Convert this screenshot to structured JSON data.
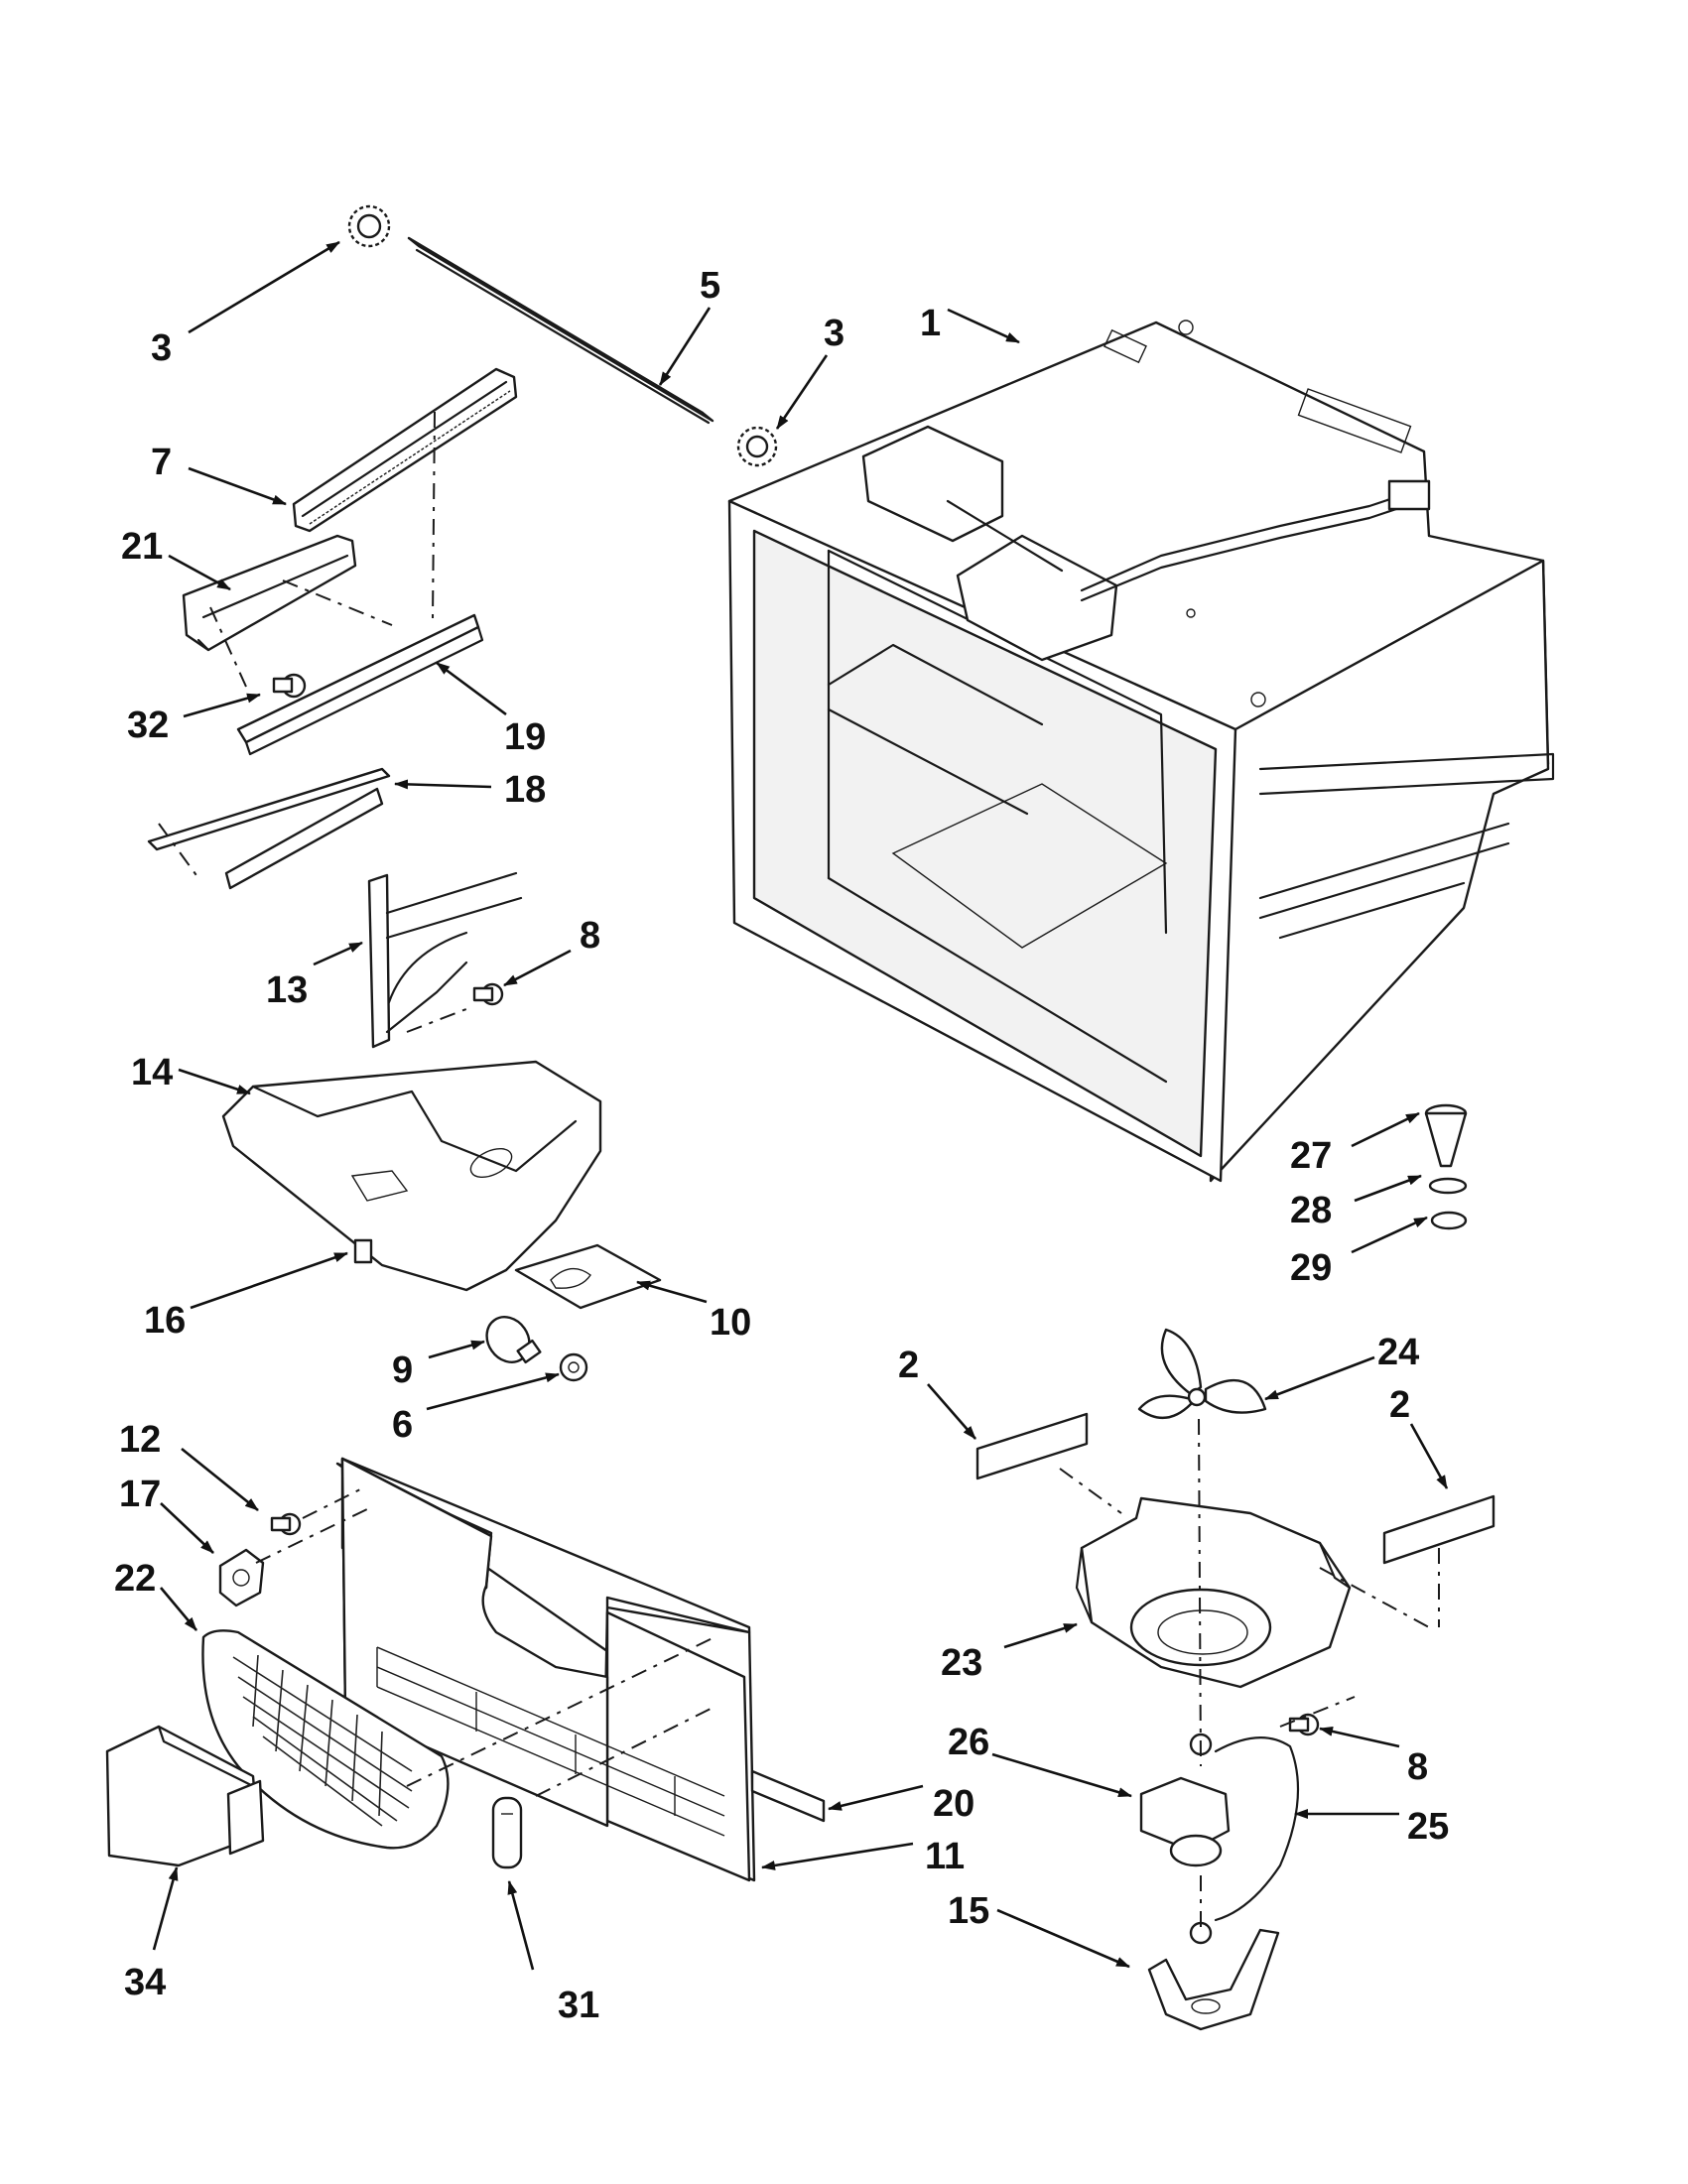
{
  "callouts": [
    {
      "id": "3a",
      "text": "3"
    },
    {
      "id": "5",
      "text": "5"
    },
    {
      "id": "3b",
      "text": "3"
    },
    {
      "id": "1",
      "text": "1"
    },
    {
      "id": "7",
      "text": "7"
    },
    {
      "id": "21",
      "text": "21"
    },
    {
      "id": "32",
      "text": "32"
    },
    {
      "id": "19",
      "text": "19"
    },
    {
      "id": "18",
      "text": "18"
    },
    {
      "id": "13",
      "text": "13"
    },
    {
      "id": "8a",
      "text": "8"
    },
    {
      "id": "14",
      "text": "14"
    },
    {
      "id": "27",
      "text": "27"
    },
    {
      "id": "28",
      "text": "28"
    },
    {
      "id": "29",
      "text": "29"
    },
    {
      "id": "16",
      "text": "16"
    },
    {
      "id": "10",
      "text": "10"
    },
    {
      "id": "9",
      "text": "9"
    },
    {
      "id": "6",
      "text": "6"
    },
    {
      "id": "2a",
      "text": "2"
    },
    {
      "id": "24",
      "text": "24"
    },
    {
      "id": "2b",
      "text": "2"
    },
    {
      "id": "12",
      "text": "12"
    },
    {
      "id": "17",
      "text": "17"
    },
    {
      "id": "22",
      "text": "22"
    },
    {
      "id": "23",
      "text": "23"
    },
    {
      "id": "8b",
      "text": "8"
    },
    {
      "id": "26",
      "text": "26"
    },
    {
      "id": "20",
      "text": "20"
    },
    {
      "id": "25",
      "text": "25"
    },
    {
      "id": "11",
      "text": "11"
    },
    {
      "id": "15",
      "text": "15"
    },
    {
      "id": "34",
      "text": "34"
    },
    {
      "id": "31",
      "text": "31"
    }
  ]
}
